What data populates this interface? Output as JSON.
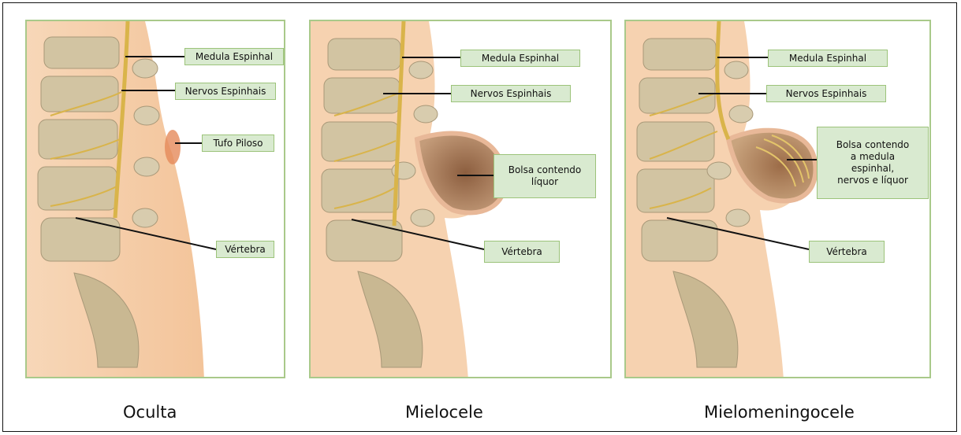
{
  "panels": [
    {
      "caption": "Oculta",
      "labels": {
        "spinal_cord": "Medula Espinhal",
        "spinal_nerves": "Nervos Espinhais",
        "hair_tuft": "Tufo Piloso",
        "vertebra": "Vértebra"
      }
    },
    {
      "caption": "Mielocele",
      "labels": {
        "spinal_cord": "Medula Espinhal",
        "spinal_nerves": "Nervos Espinhais",
        "sac": "Bolsa contendo\nlíquor",
        "vertebra": "Vértebra"
      }
    },
    {
      "caption": "Mielomeningocele",
      "labels": {
        "spinal_cord": "Medula Espinhal",
        "spinal_nerves": "Nervos Espinhais",
        "sac": "Bolsa contendo\na medula\nespinhal,\nnervos e líquor",
        "vertebra": "Vértebra"
      }
    }
  ],
  "colors": {
    "panel_border": "#a9c98a",
    "label_fill": "#d9ead0",
    "skin": "#f4c8a0",
    "bone": "#d2c4a2",
    "cord": "#d9b44a",
    "sac": "#a77a58"
  }
}
